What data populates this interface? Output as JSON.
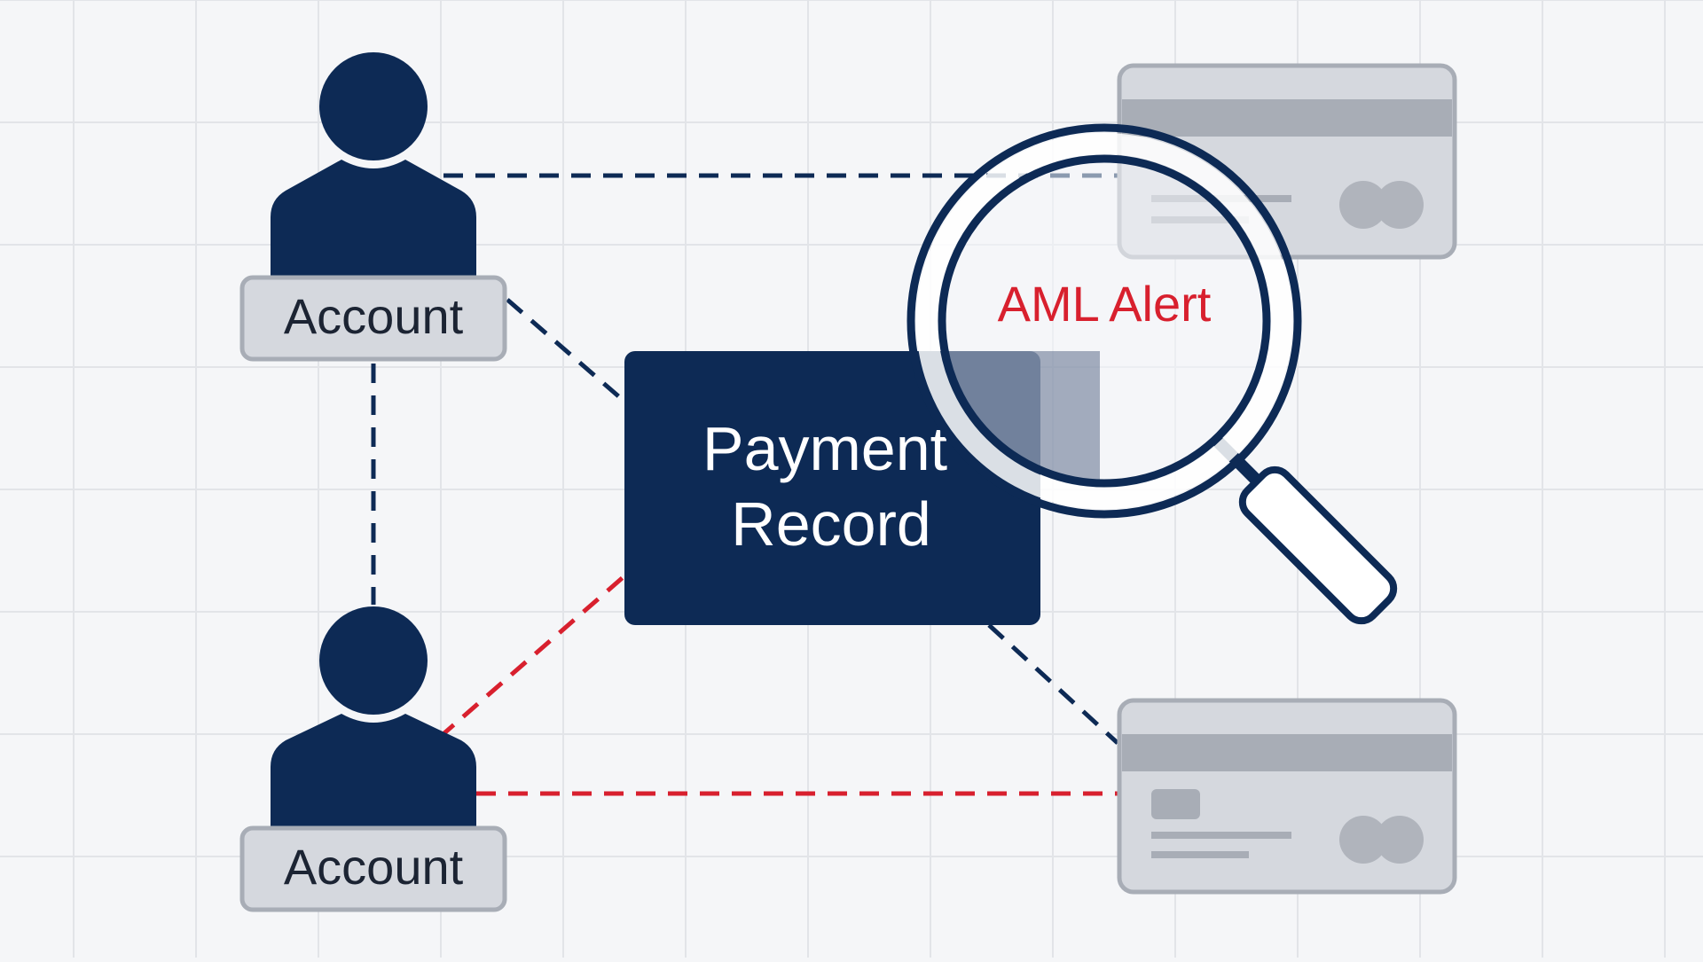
{
  "accounts": [
    {
      "label": "Account"
    },
    {
      "label": "Account"
    }
  ],
  "payment_record": {
    "line1": "Payment",
    "line2": "Record"
  },
  "alert": {
    "label": "AML Alert"
  },
  "colors": {
    "navy": "#0d2a55",
    "alert_red": "#d8202e",
    "card_gray": "#d5d8de",
    "card_border": "#a8adb6",
    "grid": "#e2e4e8",
    "background": "#f5f6f8"
  },
  "connections": [
    {
      "from": "account-1",
      "to": "card-1",
      "style": "dashed",
      "color": "navy"
    },
    {
      "from": "account-1",
      "to": "payment-record",
      "style": "dashed",
      "color": "navy"
    },
    {
      "from": "account-1",
      "to": "account-2",
      "style": "dashed",
      "color": "navy"
    },
    {
      "from": "account-2",
      "to": "payment-record",
      "style": "dashed",
      "color": "alert_red"
    },
    {
      "from": "account-2",
      "to": "card-2",
      "style": "dashed",
      "color": "alert_red"
    },
    {
      "from": "payment-record",
      "to": "card-2",
      "style": "dashed",
      "color": "navy"
    }
  ]
}
